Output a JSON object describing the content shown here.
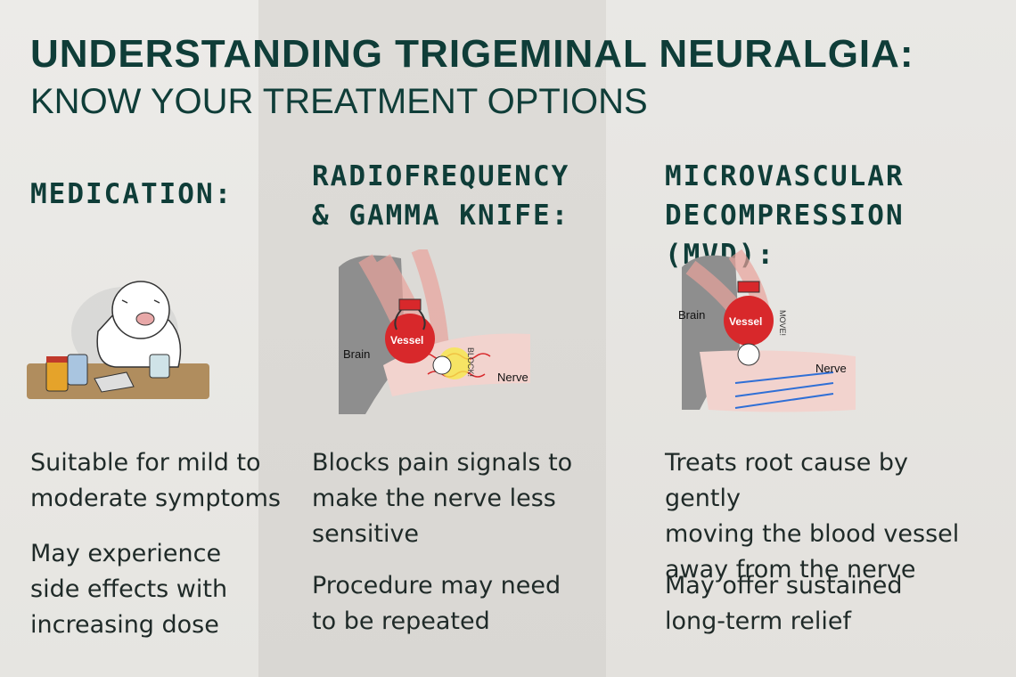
{
  "header": {
    "title": "UNDERSTANDING TRIGEMINAL NEURALGIA:",
    "subtitle": "KNOW YOUR TREATMENT OPTIONS"
  },
  "columns": [
    {
      "heading_line1": "MEDICATION:",
      "heading_line2": "",
      "points": [
        "Suitable for mild to moderate symptoms",
        "May experience side effects with increasing dose"
      ],
      "points_lines": [
        [
          "Suitable for mild to",
          "moderate symptoms"
        ],
        [
          "May experience",
          "side effects with",
          "increasing dose"
        ]
      ]
    },
    {
      "heading_line1": "RADIOFREQUENCY",
      "heading_line2": "& GAMMA KNIFE:",
      "illustration_labels": {
        "brain": "Brain",
        "vessel": "Vessel",
        "nerve": "Nerve",
        "block": "BLOCK!"
      },
      "points_lines": [
        [
          "Blocks pain signals to",
          "make the nerve less",
          "sensitive"
        ],
        [
          "Procedure may need",
          "to be repeated"
        ]
      ]
    },
    {
      "heading_line1": "MICROVASCULAR",
      "heading_line2": "DECOMPRESSION (MVD):",
      "illustration_labels": {
        "brain": "Brain",
        "vessel": "Vessel",
        "nerve": "Nerve",
        "move": "MOVE!"
      },
      "points_lines": [
        [
          "Treats root cause by gently",
          "moving the blood vessel",
          "away from the nerve"
        ],
        [
          "May offer sustained",
          "long-term relief"
        ]
      ]
    }
  ],
  "colors": {
    "heading": "#0f3d38",
    "vessel_red": "#d8282b",
    "nerve_pink": "#f2d3ce",
    "brain_gray": "#8e8e8e"
  }
}
